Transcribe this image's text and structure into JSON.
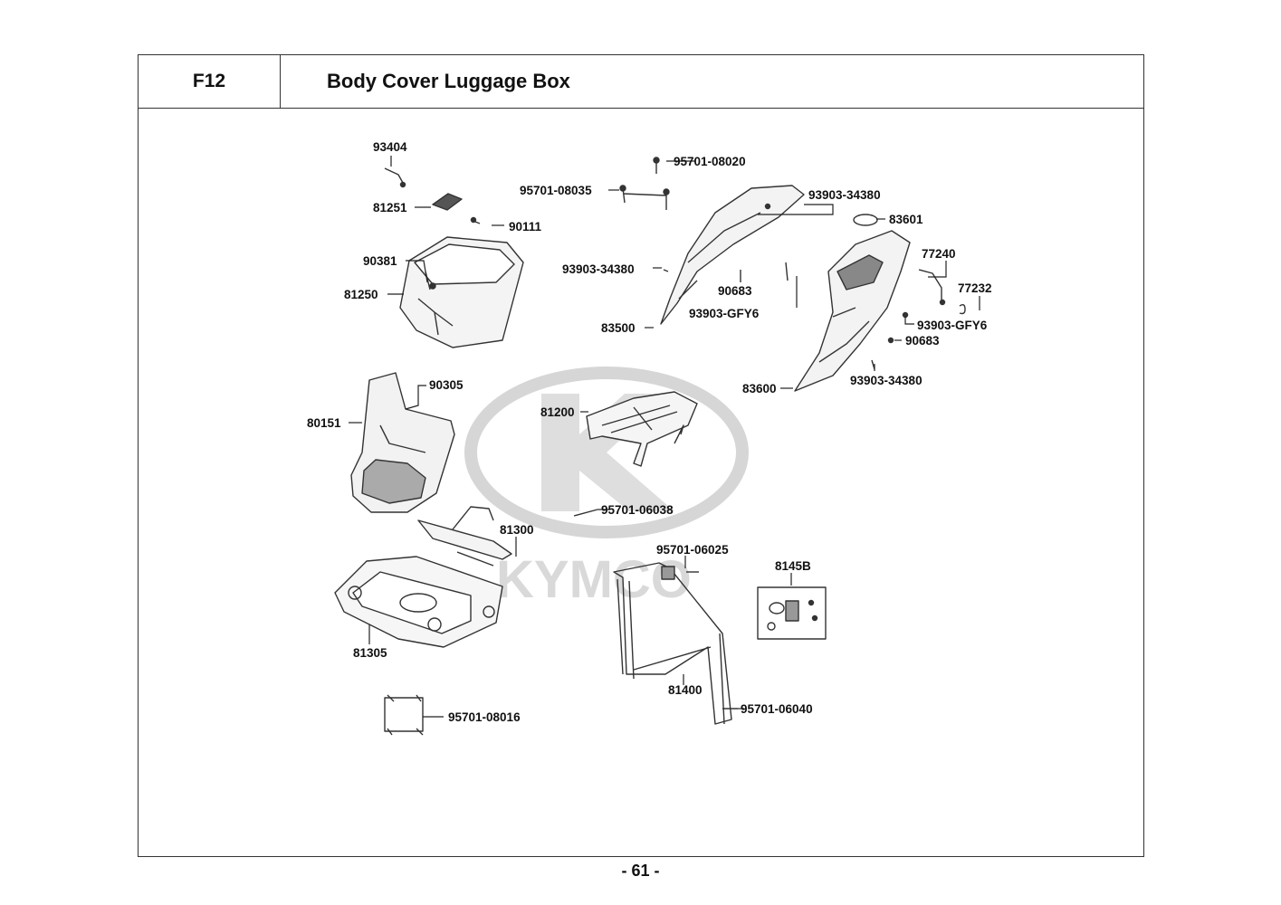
{
  "header": {
    "section_code": "F12",
    "title": "Body Cover  Luggage Box"
  },
  "watermark": {
    "brand_text": "KYMCO",
    "logo_letter": "K"
  },
  "parts": [
    {
      "key": "p93404",
      "number": "93404"
    },
    {
      "key": "p81251",
      "number": "81251"
    },
    {
      "key": "p90111",
      "number": "90111"
    },
    {
      "key": "p90381",
      "number": "90381"
    },
    {
      "key": "p81250",
      "number": "81250"
    },
    {
      "key": "p95701_08020",
      "number": "95701-08020"
    },
    {
      "key": "p95701_08035",
      "number": "95701-08035"
    },
    {
      "key": "p93903_34380_a",
      "number": "93903-34380"
    },
    {
      "key": "p83601",
      "number": "83601"
    },
    {
      "key": "p77240",
      "number": "77240"
    },
    {
      "key": "p93903_34380_b",
      "number": "93903-34380"
    },
    {
      "key": "p90683_a",
      "number": "90683"
    },
    {
      "key": "p77232",
      "number": "77232"
    },
    {
      "key": "p93903_GFY6_a",
      "number": "93903-GFY6"
    },
    {
      "key": "p93903_GFY6_b",
      "number": "93903-GFY6"
    },
    {
      "key": "p83500",
      "number": "83500"
    },
    {
      "key": "p90683_b",
      "number": "90683"
    },
    {
      "key": "p93903_34380_c",
      "number": "93903-34380"
    },
    {
      "key": "p83600",
      "number": "83600"
    },
    {
      "key": "p90305",
      "number": "90305"
    },
    {
      "key": "p81200",
      "number": "81200"
    },
    {
      "key": "p80151",
      "number": "80151"
    },
    {
      "key": "p95701_06038",
      "number": "95701-06038"
    },
    {
      "key": "p81300",
      "number": "81300"
    },
    {
      "key": "p95701_06025",
      "number": "95701-06025"
    },
    {
      "key": "p8145B",
      "number": "8145B"
    },
    {
      "key": "p81305",
      "number": "81305"
    },
    {
      "key": "p81400",
      "number": "81400"
    },
    {
      "key": "p95701_06040",
      "number": "95701-06040"
    },
    {
      "key": "p95701_08016",
      "number": "95701-08016"
    }
  ],
  "footer": {
    "page_number": "- 61 -"
  }
}
